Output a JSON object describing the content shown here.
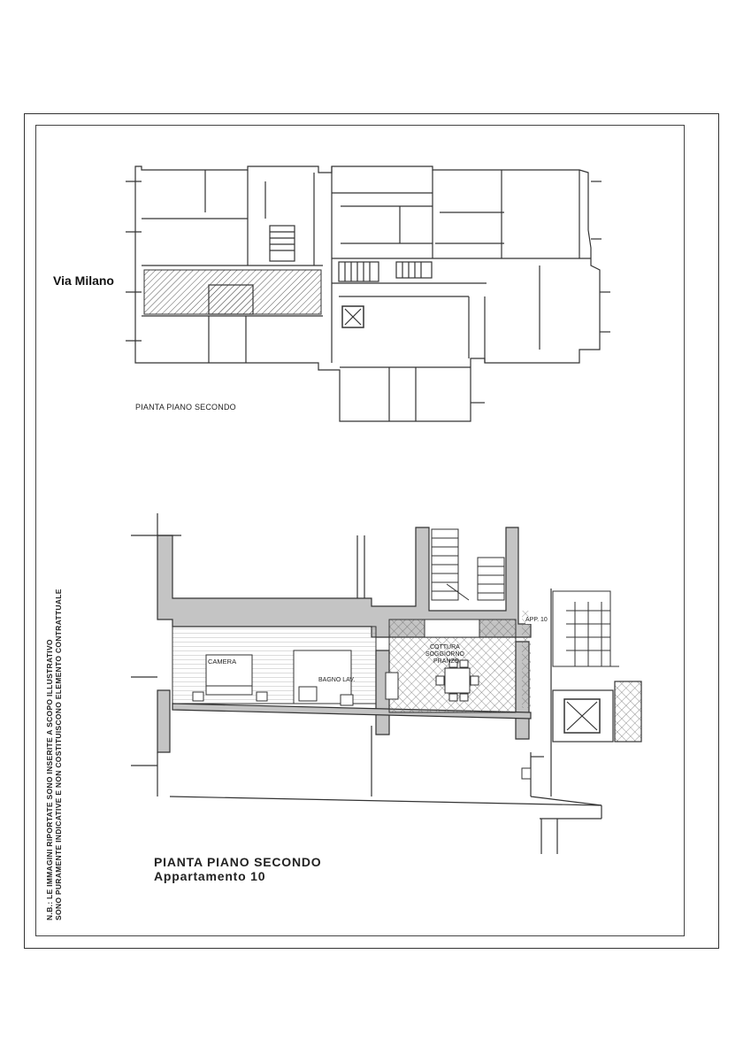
{
  "labels": {
    "street": "Via Milano",
    "top_plan_title": "PIANTA PIANO SECONDO",
    "bottom_plan_title": "PIANTA PIANO SECONDO",
    "bottom_plan_subtitle": "Appartamento 10",
    "disclaimer_line1": "N.B.: LE IMMAGINI RIPORTATE SONO INSERITE A SCOPO ILLUSTRATIVO",
    "disclaimer_line2": "SONO PURAMENTE INDICATIVE E NON COSTITUISCONO ELEMENTO CONTRATTUALE"
  },
  "rooms": {
    "camera": "CAMERA",
    "bagno": "BAGNO LAV.",
    "cottura_1": "COTTURA",
    "cottura_2": "SOGGIORNO",
    "cottura_3": "PRANZO",
    "app": "APP. 10"
  },
  "colors": {
    "ink": "#222222",
    "wall_fill": "#c4c4c4",
    "hatch": "#555555"
  }
}
